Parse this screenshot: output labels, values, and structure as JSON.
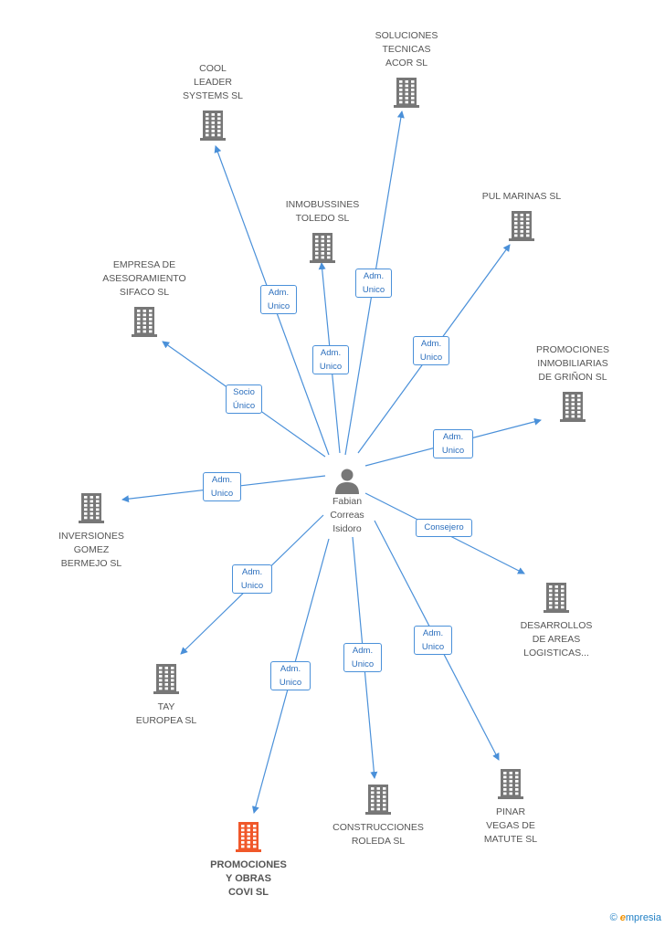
{
  "center": {
    "label": "Fabian\nCorreas\nIsidoro"
  },
  "nodes": [
    {
      "id": "cool",
      "label": "COOL\nLEADER\nSYSTEMS SL",
      "highlight": false
    },
    {
      "id": "acor",
      "label": "SOLUCIONES\nTECNICAS\nACOR SL",
      "highlight": false
    },
    {
      "id": "inmob",
      "label": "INMOBUSSINES\nTOLEDO SL",
      "highlight": false
    },
    {
      "id": "pul",
      "label": "PUL MARINAS SL",
      "highlight": false
    },
    {
      "id": "sifaco",
      "label": "EMPRESA DE\nASESORAMIENTO\nSIFACO SL",
      "highlight": false
    },
    {
      "id": "grinon",
      "label": "PROMOCIONES\nINMOBILIARIAS\nDE GRIÑON SL",
      "highlight": false
    },
    {
      "id": "gomez",
      "label": "INVERSIONES\nGOMEZ\nBERMEJO SL",
      "highlight": false
    },
    {
      "id": "desarrollos",
      "label": "DESARROLLOS\nDE AREAS\nLOGISTICAS...",
      "highlight": false
    },
    {
      "id": "tay",
      "label": "TAY\nEUROPEA SL",
      "highlight": false
    },
    {
      "id": "roleda",
      "label": "CONSTRUCCIONES\nROLEDA SL",
      "highlight": false
    },
    {
      "id": "pinar",
      "label": "PINAR\nVEGAS DE\nMATUTE SL",
      "highlight": false
    },
    {
      "id": "covi",
      "label": "PROMOCIONES\nY OBRAS\nCOVI SL",
      "highlight": true
    }
  ],
  "edges": [
    {
      "target": "cool",
      "label": "Adm.\nUnico"
    },
    {
      "target": "acor",
      "label": "Adm.\nUnico"
    },
    {
      "target": "inmob",
      "label": "Adm.\nUnico"
    },
    {
      "target": "pul",
      "label": "Adm.\nUnico"
    },
    {
      "target": "sifaco",
      "label": "Socio\nÚnico"
    },
    {
      "target": "grinon",
      "label": "Adm.\nUnico"
    },
    {
      "target": "gomez",
      "label": "Adm.\nUnico"
    },
    {
      "target": "desarrollos",
      "label": "Consejero"
    },
    {
      "target": "tay",
      "label": "Adm.\nUnico"
    },
    {
      "target": "roleda",
      "label": "Adm.\nUnico"
    },
    {
      "target": "pinar",
      "label": "Adm.\nUnico"
    },
    {
      "target": "covi",
      "label": "Adm.\nUnico"
    }
  ],
  "colors": {
    "edge": "#4a90d9",
    "building": "#777777",
    "highlight": "#f0582a"
  },
  "footer": {
    "copyright": "©",
    "brand_initial": "e",
    "brand_rest": "mpresia"
  }
}
